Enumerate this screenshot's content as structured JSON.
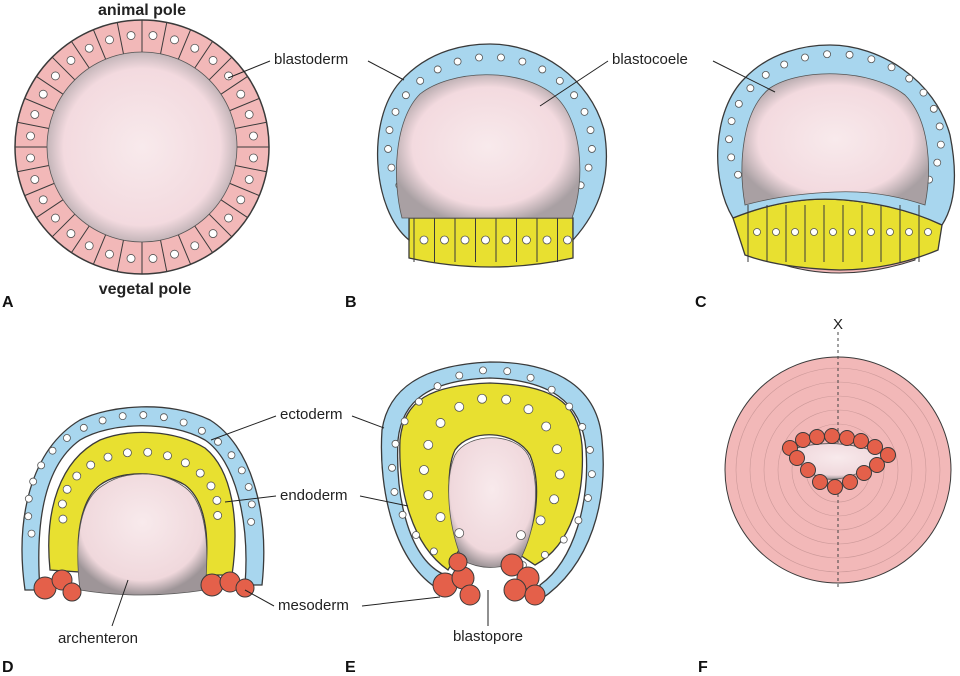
{
  "poles": {
    "animal": "animal pole",
    "vegetal": "vegetal pole"
  },
  "labels": {
    "blastoderm": "blastoderm",
    "blastocoele": "blastocoele",
    "ectoderm": "ectoderm",
    "endoderm": "endoderm",
    "mesoderm": "mesoderm",
    "archenteron": "archenteron",
    "blastopore": "blastopore",
    "axis_x": "X"
  },
  "panels": [
    "A",
    "B",
    "C",
    "D",
    "E",
    "F"
  ],
  "colors": {
    "cell_pink": "#f2b8b8",
    "cavity": "#f7e6e8",
    "ectoderm_blue": "#a8d6ee",
    "endoderm_yellow": "#e8e030",
    "mesoderm_red": "#e4604a",
    "outline": "#3a3a3a"
  }
}
